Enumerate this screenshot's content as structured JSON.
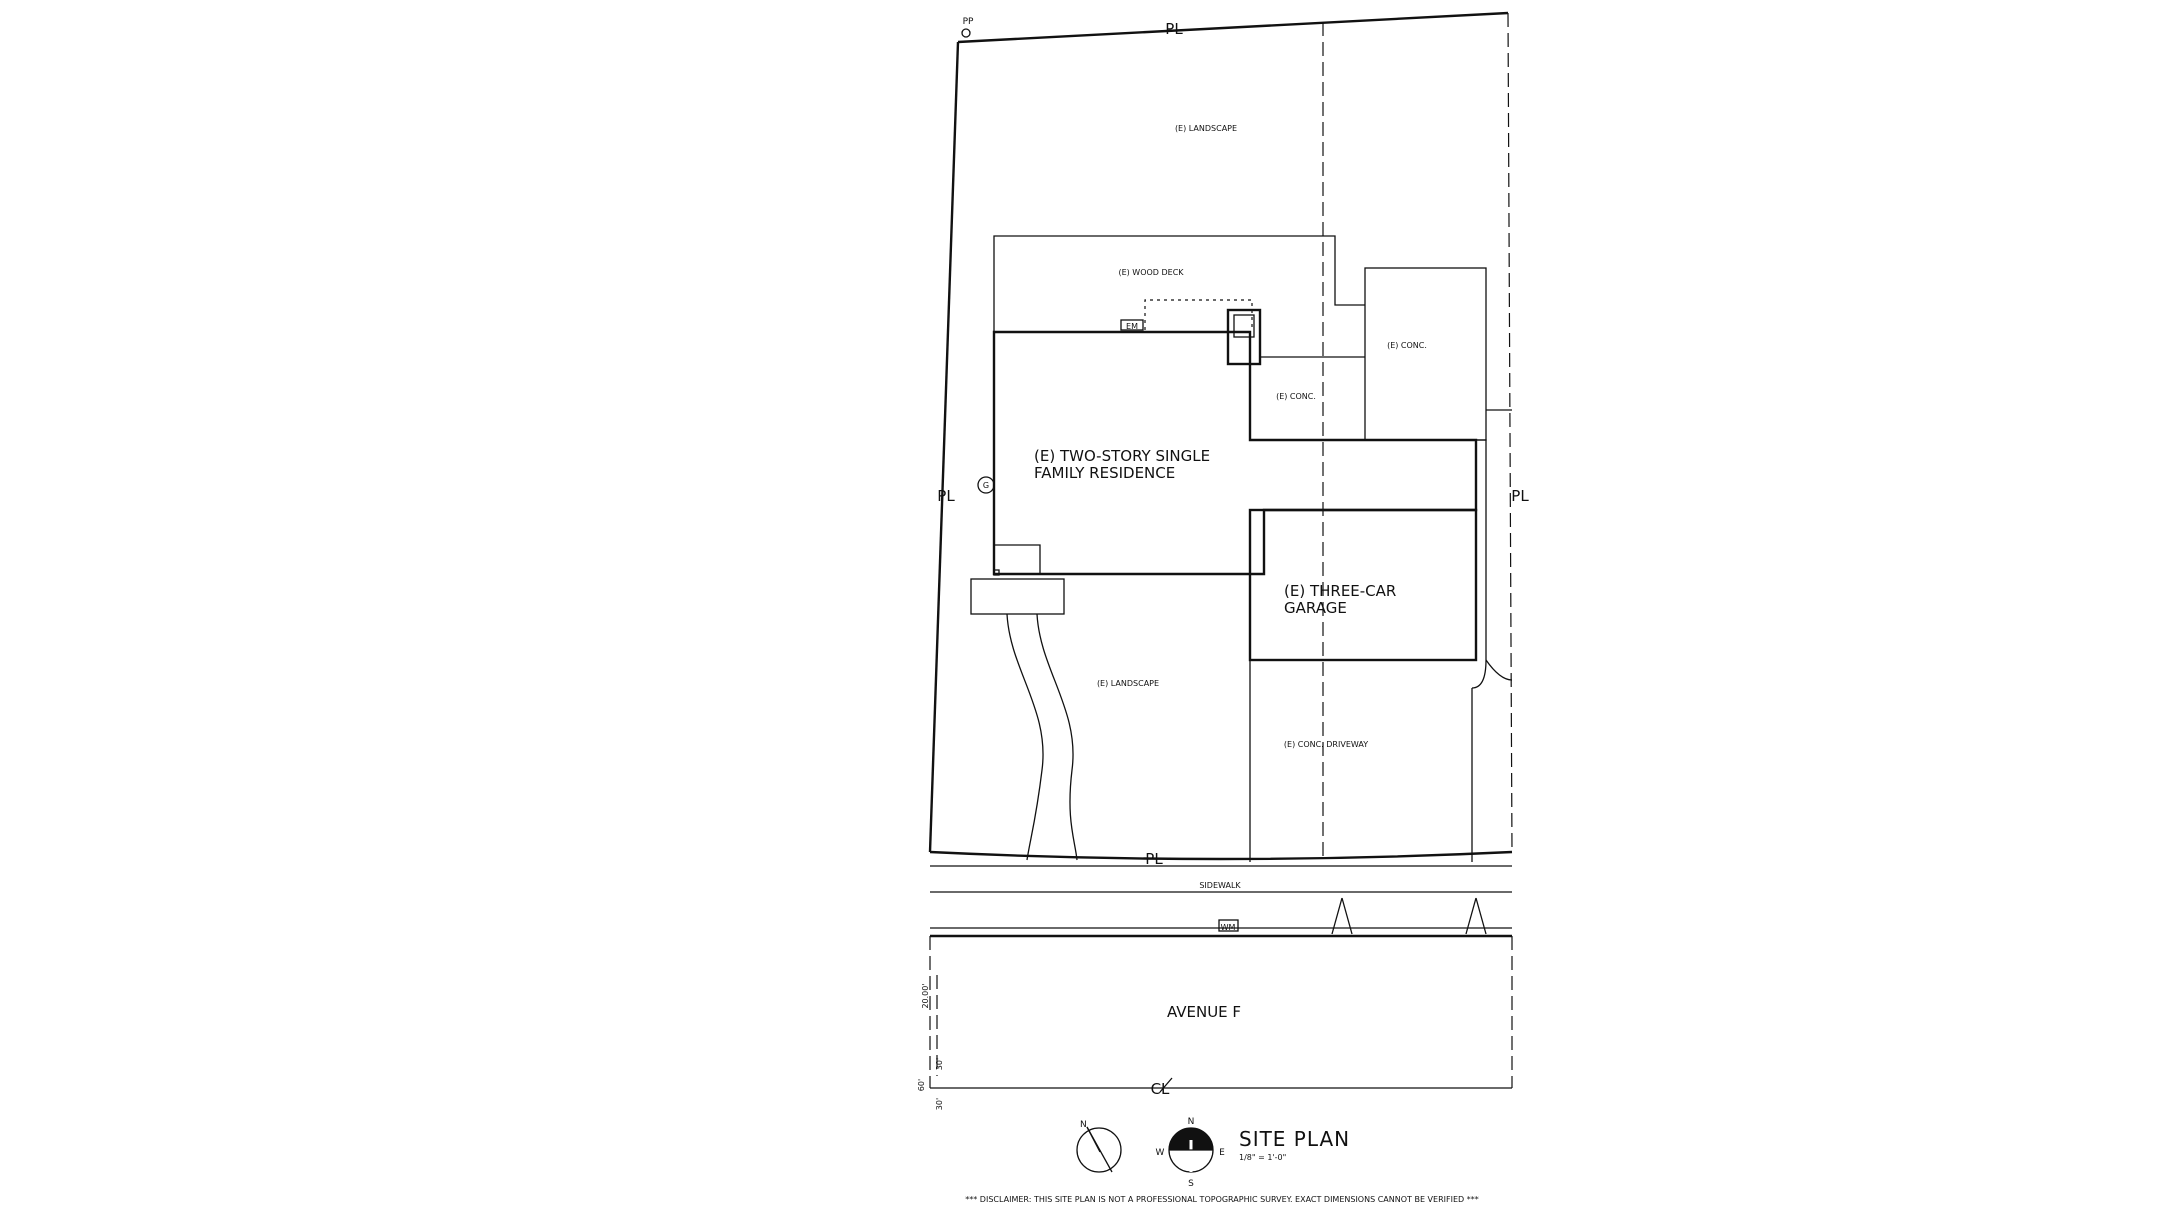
{
  "labels": {
    "rear_landscape": "(E) LANDSCAPE",
    "wood_deck": "(E) WOOD DECK",
    "em": "EM",
    "conc_right": "(E) CONC.",
    "conc_mid": "(E) CONC.",
    "residence_line1": "(E) TWO-STORY SINGLE",
    "residence_line2": "FAMILY RESIDENCE",
    "garage_line1": "(E) THREE-CAR",
    "garage_line2": "GARAGE",
    "front_landscape": "(E) LANDSCAPE",
    "driveway": "(E) CONC. DRIVEWAY",
    "sidewalk": "SIDEWALK",
    "wm": "WM",
    "street": "AVENUE F",
    "pp": "PP",
    "gas": "G"
  },
  "property_line_marks": {
    "top": "PL",
    "left": "PL",
    "right": "PL",
    "front": "PL",
    "centerline": "CL"
  },
  "dimensions": {
    "street_half": "20.00'",
    "thirty_upper": "30'",
    "sixty": "60'",
    "thirty_lower": "30'"
  },
  "compass": {
    "n": "N",
    "s": "S",
    "e": "E",
    "w": "W",
    "north_arrow_n": "N"
  },
  "title_block": {
    "title": "SITE PLAN",
    "scale": "1/8\" = 1'-0\""
  },
  "disclaimer": "*** DISCLAIMER: THIS SITE PLAN IS NOT A PROFESSIONAL TOPOGRAPHIC SURVEY. EXACT DIMENSIONS CANNOT BE VERIFIED ***"
}
